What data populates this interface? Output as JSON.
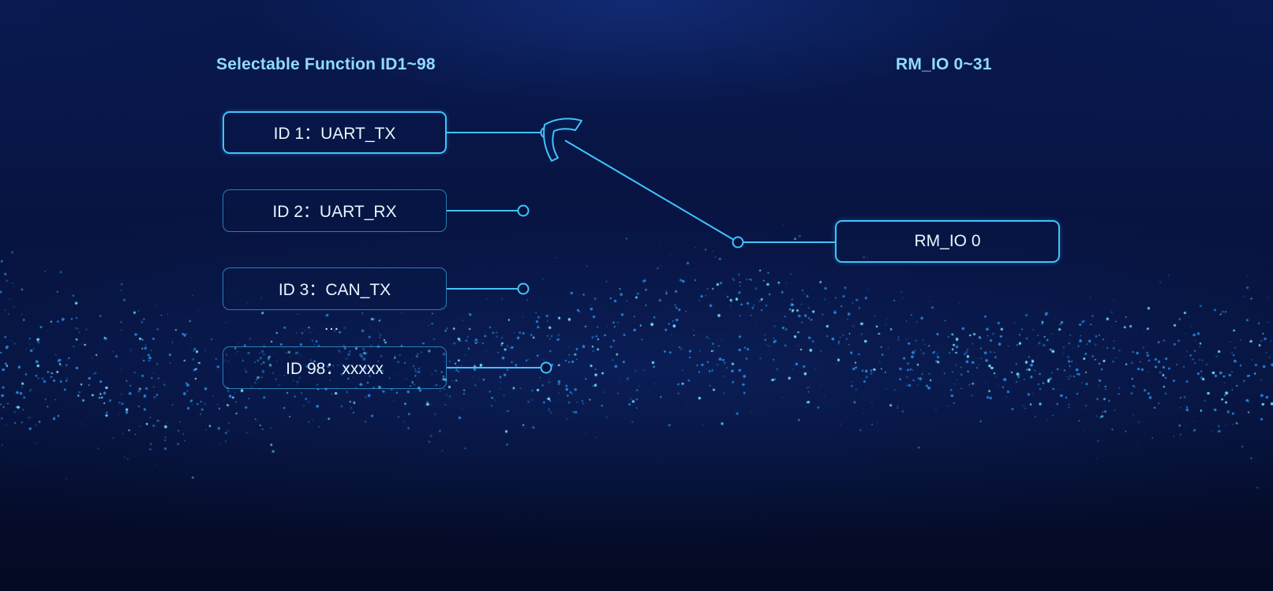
{
  "headings": {
    "left": "Selectable Function ID1~98",
    "right": "RM_IO 0~31"
  },
  "function_ids": [
    {
      "label": "ID 1：UART_TX",
      "selected": true
    },
    {
      "label": "ID 2：UART_RX",
      "selected": false
    },
    {
      "label": "ID 3：CAN_TX",
      "selected": false
    },
    {
      "label": "ID 98：xxxxx",
      "selected": false
    }
  ],
  "ellipsis": "…",
  "output_pin": {
    "label": "RM_IO 0"
  },
  "colors": {
    "accent": "#3fc4ff",
    "heading": "#8fdcff",
    "background": "#07133f",
    "box_text": "#e9f6ff"
  }
}
